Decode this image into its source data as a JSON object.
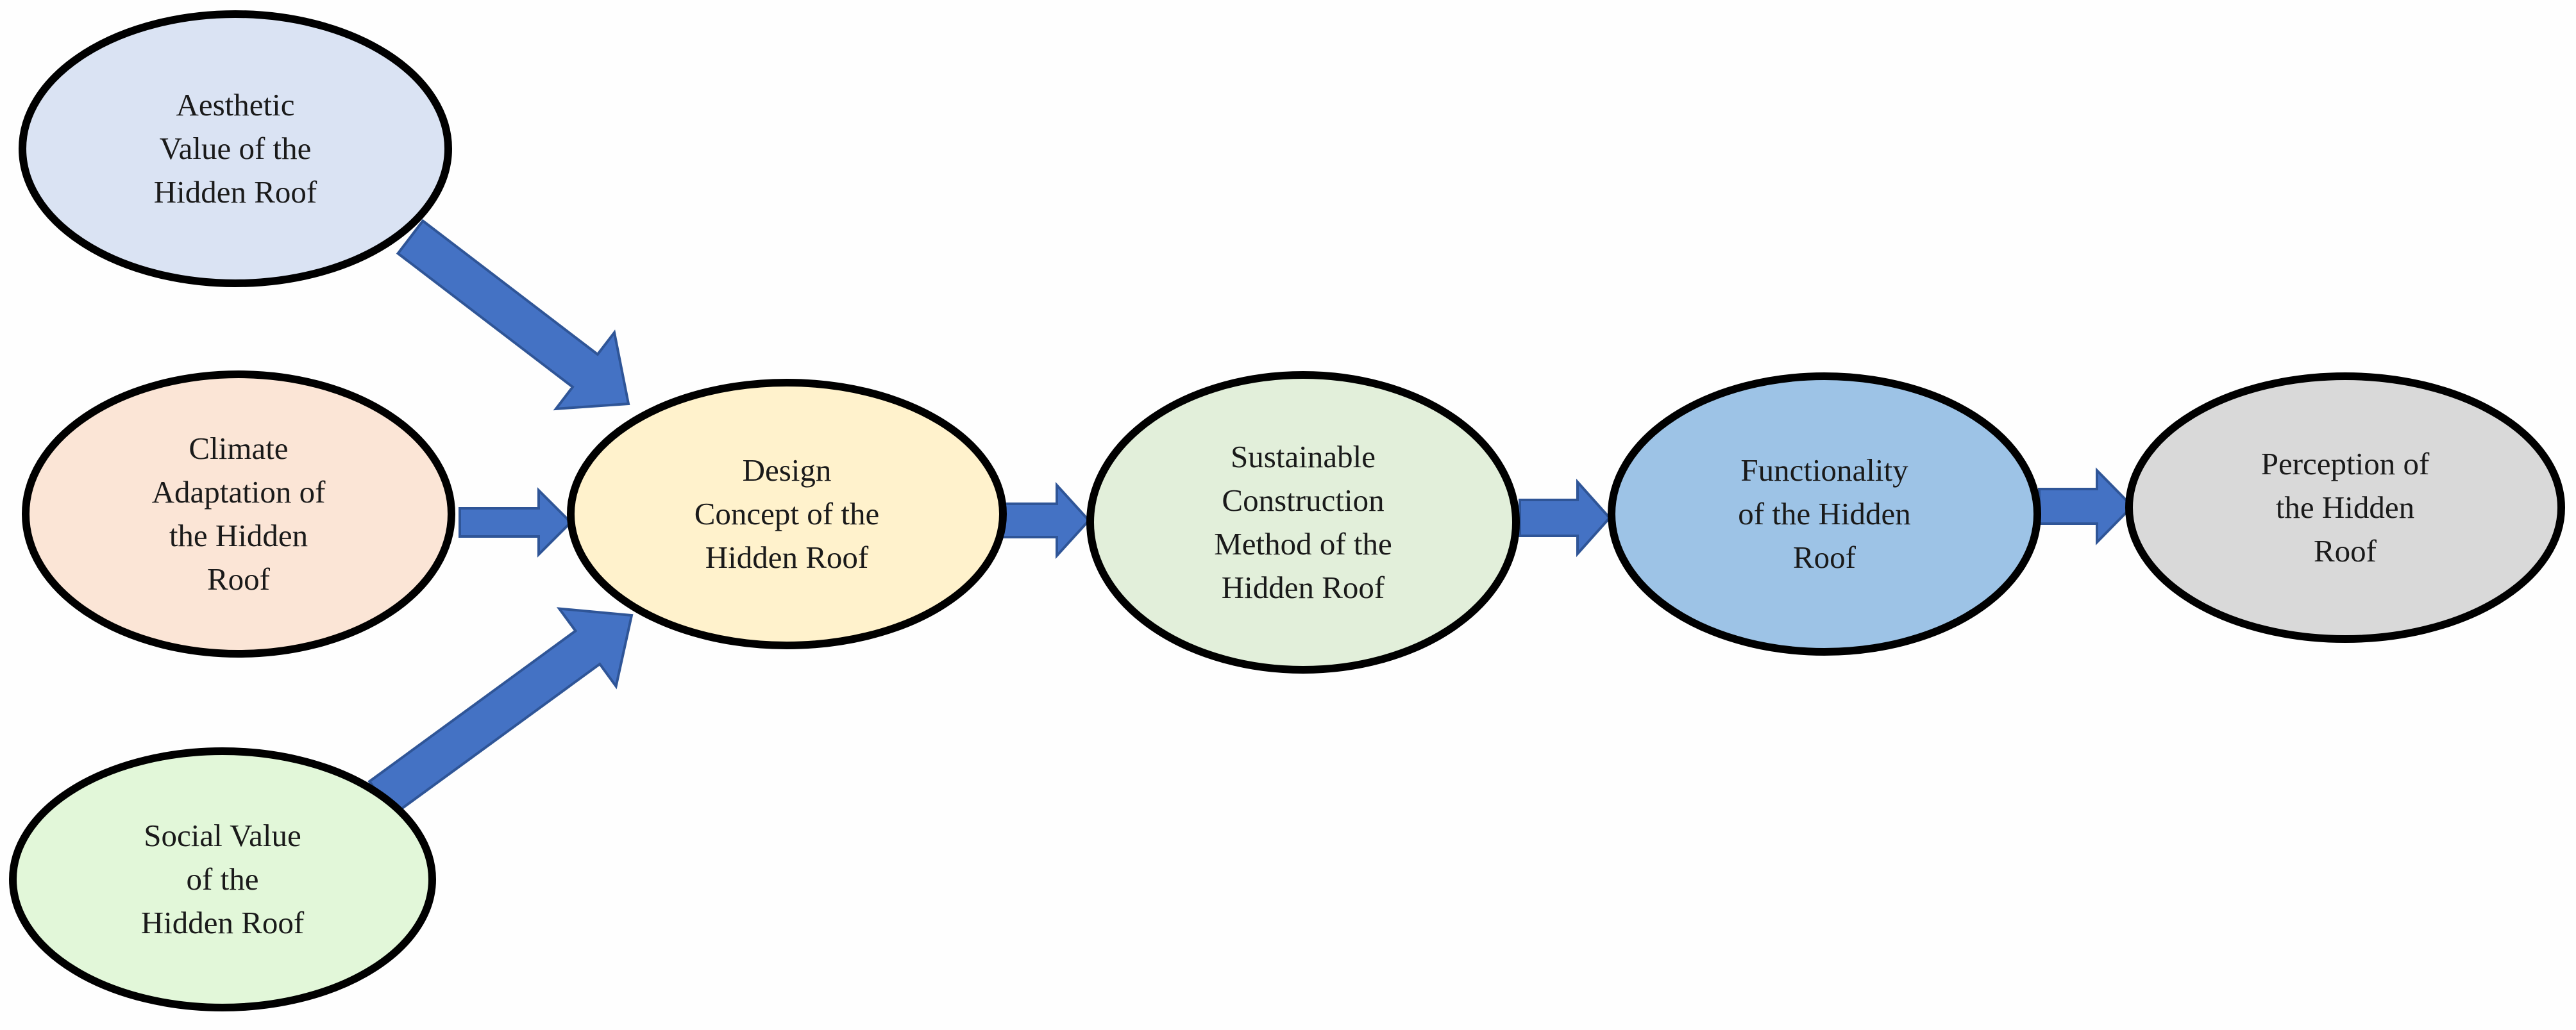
{
  "diagram": {
    "nodes": [
      {
        "id": "aesthetic",
        "lines": [
          "Aesthetic",
          "Value of the",
          "Hidden Roof"
        ],
        "fill": "#dae3f3"
      },
      {
        "id": "climate",
        "lines": [
          "Climate",
          "Adaptation of",
          "the Hidden",
          "Roof"
        ],
        "fill": "#fbe5d6"
      },
      {
        "id": "social",
        "lines": [
          "Social Value",
          "of the",
          "Hidden Roof"
        ],
        "fill": "#e2f7d9"
      },
      {
        "id": "design",
        "lines": [
          "Design",
          "Concept of the",
          "Hidden Roof"
        ],
        "fill": "#fff2cc"
      },
      {
        "id": "sustainable",
        "lines": [
          "Sustainable",
          "Construction",
          "Method of the",
          "Hidden Roof"
        ],
        "fill": "#e2efda"
      },
      {
        "id": "functionality",
        "lines": [
          "Functionality",
          "of the Hidden",
          "Roof"
        ],
        "fill": "#9dc3e6"
      },
      {
        "id": "perception",
        "lines": [
          "Perception of",
          "the Hidden",
          "Roof"
        ],
        "fill": "#d9d9d9"
      }
    ],
    "arrows": [
      {
        "from": "aesthetic",
        "to": "design"
      },
      {
        "from": "climate",
        "to": "design"
      },
      {
        "from": "social",
        "to": "design"
      },
      {
        "from": "design",
        "to": "sustainable"
      },
      {
        "from": "sustainable",
        "to": "functionality"
      },
      {
        "from": "functionality",
        "to": "perception"
      }
    ],
    "colors": {
      "arrow_fill": "#4472c4",
      "arrow_stroke": "#2f5597",
      "ellipse_stroke": "#000000"
    }
  }
}
